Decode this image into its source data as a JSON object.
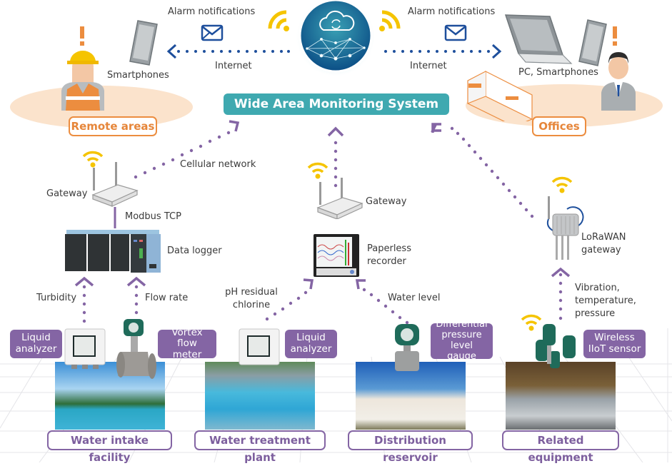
{
  "colors": {
    "system_teal": "#3fa9b0",
    "site_purple": "#8465a4",
    "zone_orange": "#ec8d3f",
    "internet_blue": "#1e4f9c",
    "wifi_yellow": "#f5c400",
    "zone_ellipse": "#fbe3cc"
  },
  "system": {
    "title": "Wide Area Monitoring System",
    "icon": "cloud-sync-network-icon"
  },
  "top_left": {
    "alarm_label": "Alarm notifications",
    "internet_label": "Internet",
    "device_label": "Smartphones",
    "zone_label": "Remote areas"
  },
  "top_right": {
    "alarm_label": "Alarm notifications",
    "internet_label": "Internet",
    "device_label": "PC, Smartphones",
    "zone_label": "Offices"
  },
  "left_chain": {
    "network_label": "Cellular network",
    "gateway_label": "Gateway",
    "link_label": "Modbus TCP",
    "logger_label": "Data logger",
    "input_a": "Turbidity",
    "input_b": "Flow rate"
  },
  "center_chain": {
    "gateway_label": "Gateway",
    "recorder_label_1": "Paperless",
    "recorder_label_2": "recorder",
    "input_a_1": "pH residual",
    "input_a_2": "chlorine",
    "input_b": "Water level"
  },
  "right_chain": {
    "gateway_label_1": "LoRaWAN",
    "gateway_label_2": "gateway",
    "input_1": "Vibration,",
    "input_2": "temperature,",
    "input_3": "pressure"
  },
  "device_tags": {
    "liquid_analyzer_1": [
      "Liquid",
      "analyzer"
    ],
    "vortex": [
      "Vortex flow",
      "meter"
    ],
    "liquid_analyzer_2": [
      "Liquid",
      "analyzer"
    ],
    "dp_gauge": [
      "Differential",
      "pressure",
      "level gauge"
    ],
    "wireless": [
      "Wireless",
      "IIoT sensor"
    ]
  },
  "sites": [
    {
      "label": "Water intake facility"
    },
    {
      "label": "Water treatment plant"
    },
    {
      "label": "Distribution reservoir"
    },
    {
      "label": "Related equipment"
    }
  ]
}
